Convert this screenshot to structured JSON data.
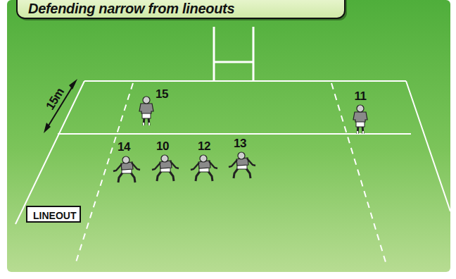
{
  "diagram": {
    "title": "Defending narrow from lineouts",
    "nodes": [
      {
        "text": [
          "LINEOUT"
        ]
      }
    ],
    "labels": [
      "15m",
      "15",
      "11",
      "14",
      "10",
      "12",
      "13"
    ]
  }
}
